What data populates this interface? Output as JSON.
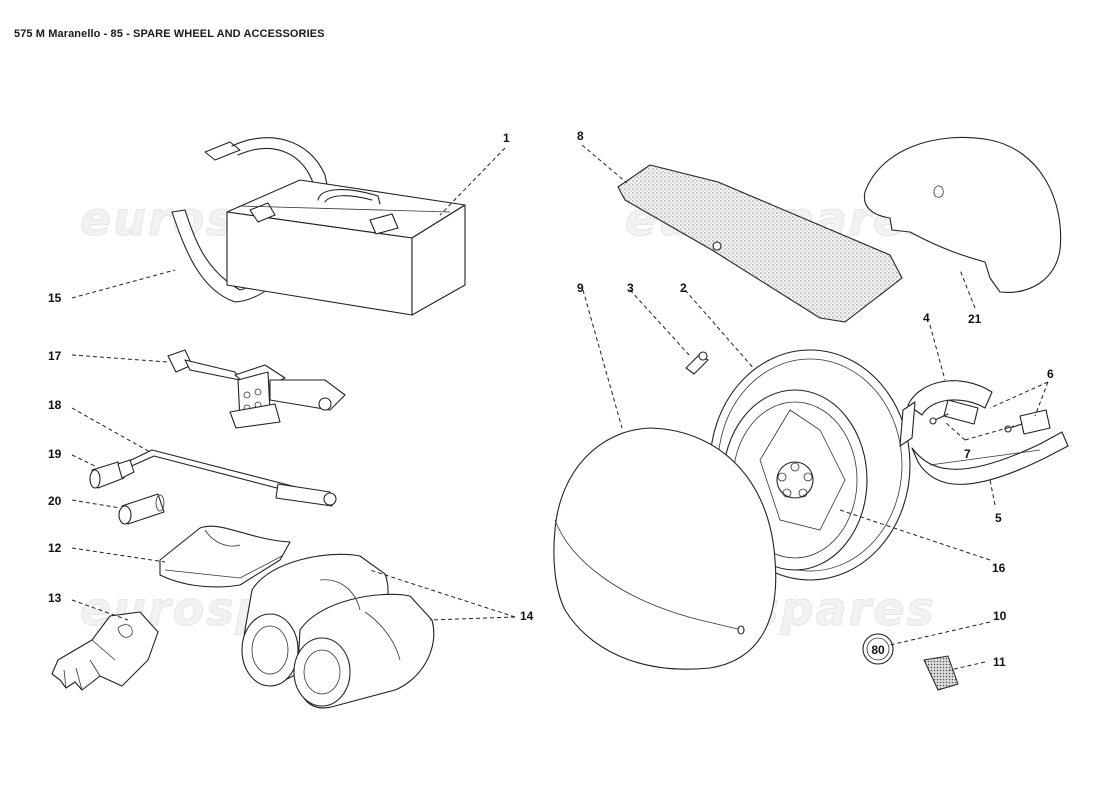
{
  "title": "575 M Maranello - 85 - SPARE WHEEL AND ACCESSORIES",
  "watermark": "eurospares",
  "badge_text": "80",
  "callouts": [
    {
      "id": "c1",
      "label": "1"
    },
    {
      "id": "c2",
      "label": "2"
    },
    {
      "id": "c3",
      "label": "3"
    },
    {
      "id": "c4",
      "label": "4"
    },
    {
      "id": "c5",
      "label": "5"
    },
    {
      "id": "c6",
      "label": "6"
    },
    {
      "id": "c7",
      "label": "7"
    },
    {
      "id": "c8",
      "label": "8"
    },
    {
      "id": "c9",
      "label": "9"
    },
    {
      "id": "c10",
      "label": "10"
    },
    {
      "id": "c11",
      "label": "11"
    },
    {
      "id": "c12",
      "label": "12"
    },
    {
      "id": "c13",
      "label": "13"
    },
    {
      "id": "c14",
      "label": "14"
    },
    {
      "id": "c15",
      "label": "15"
    },
    {
      "id": "c16",
      "label": "16"
    },
    {
      "id": "c17",
      "label": "17"
    },
    {
      "id": "c18",
      "label": "18"
    },
    {
      "id": "c19",
      "label": "19"
    },
    {
      "id": "c20",
      "label": "20"
    },
    {
      "id": "c21",
      "label": "21"
    }
  ]
}
